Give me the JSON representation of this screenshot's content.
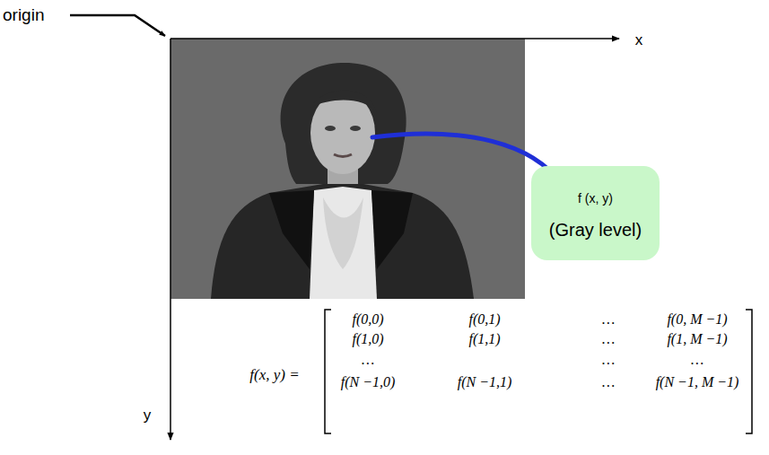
{
  "diagram": {
    "nodes": [
      {
        "text": [
          "f (x, y)",
          "(Gray level)"
        ]
      }
    ],
    "labels": [
      "origin",
      "x",
      "y",
      "f(x, y) =",
      "f(0,0)",
      "f(0,1)",
      "…",
      "f(0, M −1)",
      "f(1,0)",
      "f(1,1)",
      "…",
      "f(1, M −1)",
      "…",
      "…",
      "…",
      "f(N −1,0)",
      "f(N −1,1)",
      "…",
      "f(N −1, M −1)"
    ]
  }
}
